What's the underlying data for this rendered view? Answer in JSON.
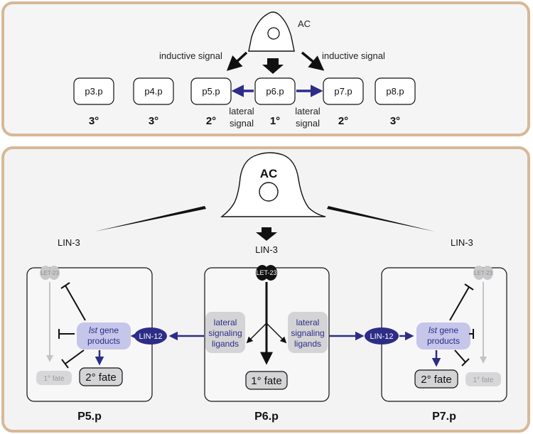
{
  "top_panel": {
    "anchor_cell": "AC",
    "inductive_left": "inductive signal",
    "inductive_right": "inductive signal",
    "cells": [
      "p3.p",
      "p4.p",
      "p5.p",
      "p6.p",
      "p7.p",
      "p8.p"
    ],
    "fates": [
      "3°",
      "3°",
      "2°",
      "1°",
      "2°",
      "3°"
    ],
    "lateral_left": [
      "lateral",
      "signal"
    ],
    "lateral_right": [
      "lateral",
      "signal"
    ]
  },
  "bottom_panel": {
    "anchor_cell": "AC",
    "lin3_left": "LIN-3",
    "lin3_center": "LIN-3",
    "lin3_right": "LIN-3",
    "receptor": "LET-23",
    "lin12": "LIN-12",
    "lst_products": {
      "italic": "lst",
      "rest": " gene",
      "line2": "products"
    },
    "primary_fate": "1° fate",
    "secondary_fate": "2° fate",
    "ligands": [
      "lateral",
      "signaling",
      "ligands"
    ],
    "cell_labels": [
      "P5.p",
      "P6.p",
      "P7.p"
    ]
  },
  "colors": {
    "panel_border": "#d8b898",
    "panel_fill": "#f4f4f5",
    "navy": "#2d2d87",
    "lavender": "#c6c5ea",
    "gray_box": "#d4d4d6",
    "faded": "#b8b8bb"
  }
}
